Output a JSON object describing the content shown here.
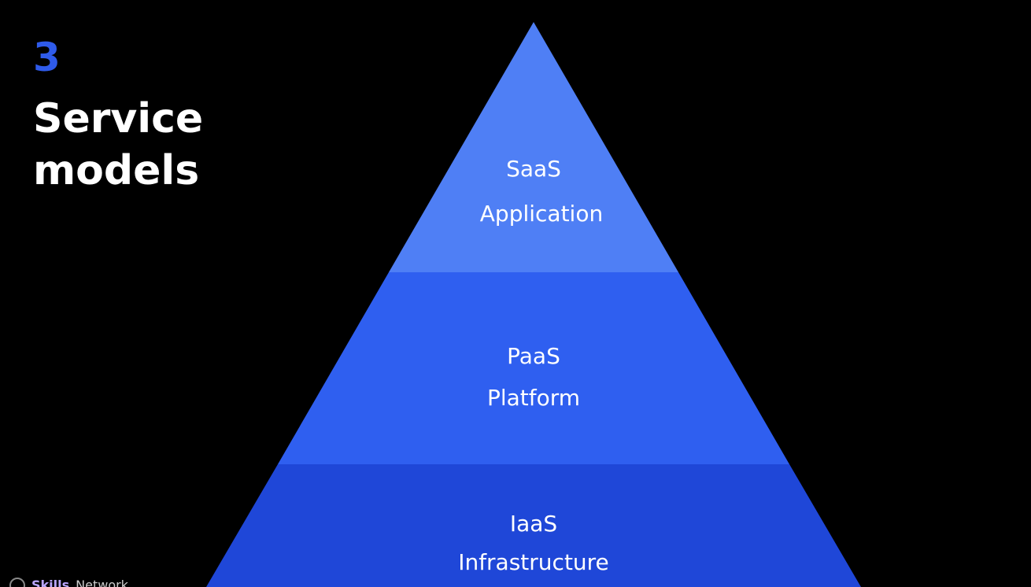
{
  "heading": {
    "number": "3",
    "line1": "Service",
    "line2": "models"
  },
  "pyramid": {
    "tiers": [
      {
        "acronym": "SaaS",
        "name": "Application"
      },
      {
        "acronym": "PaaS",
        "name": "Platform"
      },
      {
        "acronym": "IaaS",
        "name": "Infrastructure"
      }
    ]
  },
  "watermark": {
    "brand": "Skills",
    "rest": "Network"
  },
  "colors": {
    "number": "#2f5bea",
    "tier_top": "#4f7ff5",
    "tier_middle": "#2f5ff0",
    "tier_bottom": "#1f47d8"
  }
}
